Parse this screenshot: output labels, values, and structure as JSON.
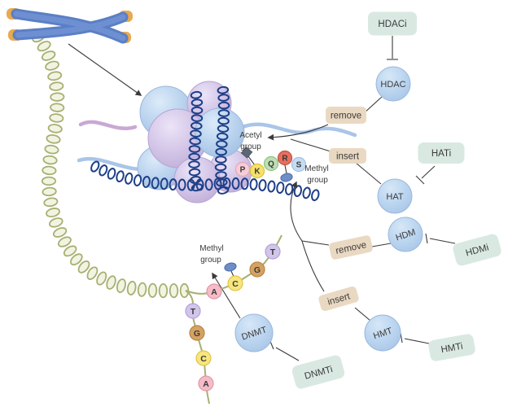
{
  "figure": {
    "description_labels": {
      "acetyl": [
        "Acetyl",
        "group"
      ],
      "methyl_top": [
        "Methyl",
        "group"
      ],
      "methyl_bottom": [
        "Methyl",
        "group"
      ]
    },
    "enzymes": [
      {
        "label": "HDAC"
      },
      {
        "label": "HAT"
      },
      {
        "label": "HDM"
      },
      {
        "label": "HMT"
      },
      {
        "label": "DNMT"
      }
    ],
    "inhibitors": [
      {
        "label": "HDACi"
      },
      {
        "label": "HATi"
      },
      {
        "label": "HDMi"
      },
      {
        "label": "HMTi"
      },
      {
        "label": "DNMTi"
      }
    ],
    "actions": [
      {
        "label": "remove"
      },
      {
        "label": "insert"
      },
      {
        "label": "remove"
      },
      {
        "label": "insert"
      }
    ],
    "histone_residues": [
      {
        "letter": "P",
        "fill": "#f6cdd6",
        "stroke": "#e8a4b4",
        "text_color": "#c2506e"
      },
      {
        "letter": "K",
        "fill": "#f6e26a",
        "stroke": "#dcc23a",
        "text_color": "#4a4a4a"
      },
      {
        "letter": "Q",
        "fill": "#bedfb4",
        "stroke": "#8cc281",
        "text_color": "#2e6b2e"
      },
      {
        "letter": "R",
        "fill": "#e57060",
        "stroke": "#c4503f",
        "text_color": "#8c2318"
      },
      {
        "letter": "S",
        "fill": "#c6dcf2",
        "stroke": "#9dbfe4",
        "text_color": "#2c4f8c"
      }
    ],
    "dna_strand_up": [
      {
        "letter": "A",
        "fill": "#f5bcc8",
        "stroke": "#e495a8"
      },
      {
        "letter": "C",
        "fill": "#f7e57e",
        "stroke": "#e0c545"
      },
      {
        "letter": "G",
        "fill": "#d4a263",
        "stroke": "#b98440"
      },
      {
        "letter": "T",
        "fill": "#d2c5ea",
        "stroke": "#b3a0da"
      }
    ],
    "dna_strand_down": [
      {
        "letter": "T",
        "fill": "#d2c5ea",
        "stroke": "#b3a0da"
      },
      {
        "letter": "G",
        "fill": "#d4a263",
        "stroke": "#b98440"
      },
      {
        "letter": "C",
        "fill": "#f7e57e",
        "stroke": "#e0c545"
      },
      {
        "letter": "A",
        "fill": "#f5bcc8",
        "stroke": "#e495a8"
      }
    ],
    "colors": {
      "enzyme_fill": "#b7d2ee",
      "enzyme_stroke": "#9ab8dc",
      "inhibitor_fill": "#d9e9e2",
      "action_fill": "#ead9c2",
      "connector": "#3a3a3a",
      "chromosome_blue": "#5b7fc5",
      "telomere_orange": "#e9a94f",
      "dna_dark_blue": "#1d3f87",
      "linker_dna_olive": "#a8b073",
      "histone_blue": "#b5cfeb",
      "histone_purple": "#cfc2e5",
      "tail_blue": "#a9c5e8",
      "tail_purple": "#c9a8d4",
      "acetyl_mark": "#5c6675",
      "methyl_mark": "#6d8ec9"
    }
  }
}
